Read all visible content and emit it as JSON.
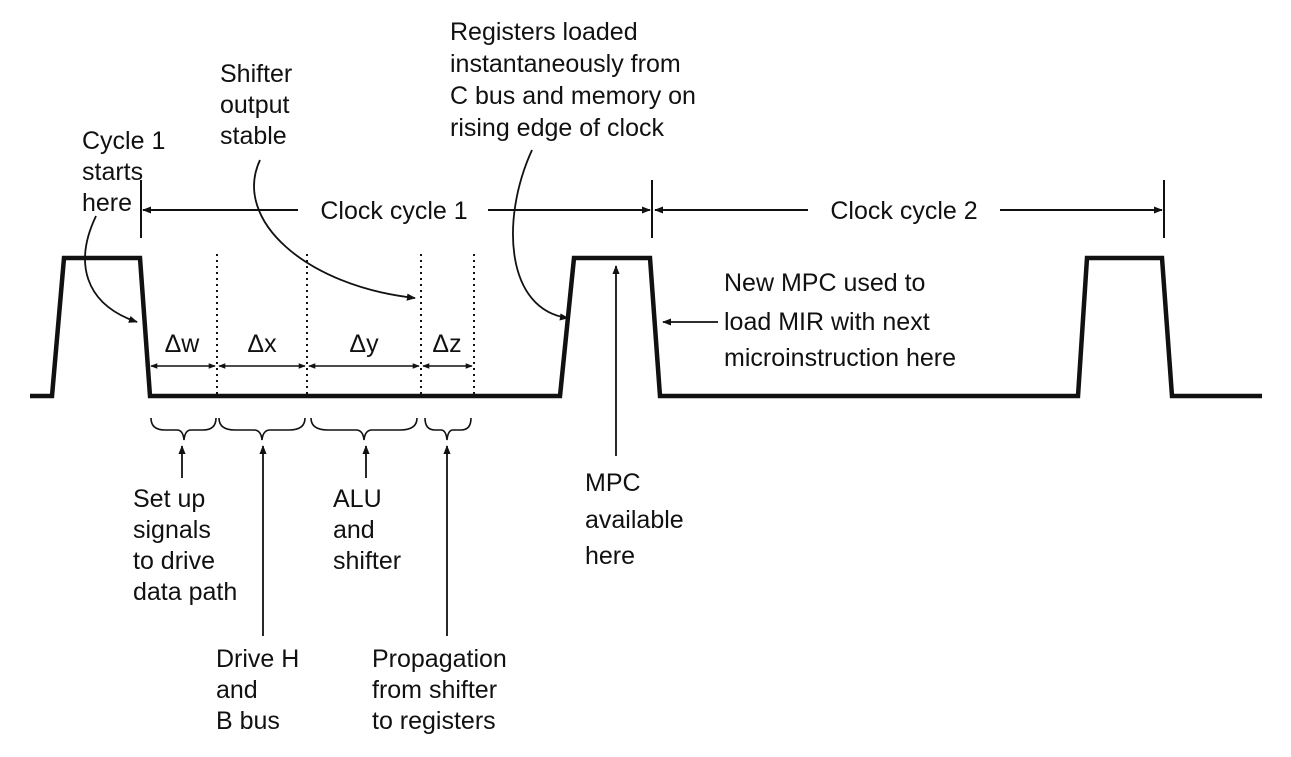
{
  "title": "",
  "labels": {
    "cycle_start": [
      "Cycle 1",
      "starts",
      "here"
    ],
    "shifter_output": [
      "Shifter",
      "output",
      "stable"
    ],
    "registers_loaded": [
      "Registers loaded",
      "instantaneously from",
      "C bus and memory  on",
      "rising edge of clock"
    ],
    "clock_cycle_1": "Clock cycle 1",
    "clock_cycle_2": "Clock cycle 2",
    "new_mpc": [
      "New MPC used to",
      "load MIR with next",
      "microinstruction here"
    ],
    "mpc_available": [
      "MPC",
      "available",
      "here"
    ],
    "set_up_signals": [
      "Set up",
      "signals",
      "to drive",
      "data path"
    ],
    "drive_h": [
      "Drive H",
      "and",
      "B bus"
    ],
    "alu_shifter": [
      "ALU",
      "and",
      "shifter"
    ],
    "propagation": [
      "Propagation",
      "from shifter",
      "to registers"
    ]
  },
  "deltas": {
    "w": "Δw",
    "x": "Δx",
    "y": "Δy",
    "z": "Δz"
  },
  "colors": {
    "ink": "#111111",
    "background": "#ffffff"
  }
}
